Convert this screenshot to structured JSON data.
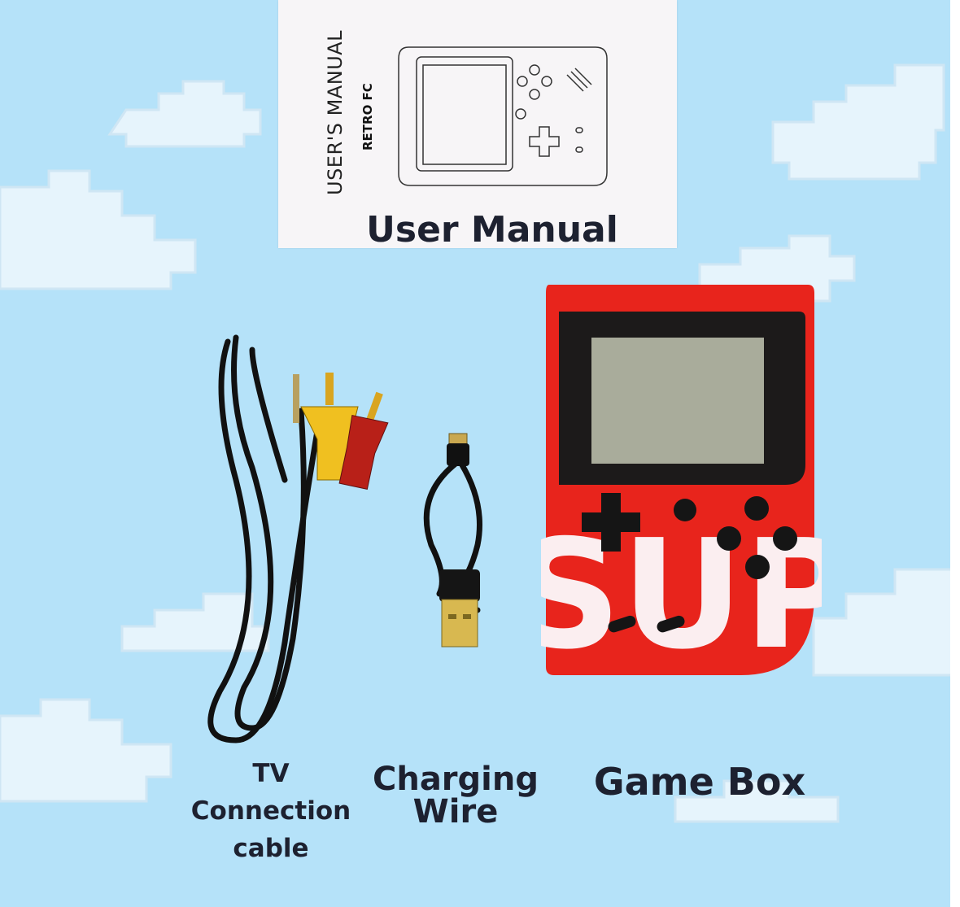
{
  "labels": {
    "user_manual": "User Manual",
    "tv_cable": [
      "TV",
      "Connection",
      "cable"
    ],
    "charging_wire": [
      "Charging",
      "Wire"
    ],
    "game_box": "Game Box"
  },
  "manual": {
    "title": "USER'S MANUAL",
    "brand": "RETRO FC"
  },
  "device": {
    "logo": "SUP",
    "color": "#e8241c"
  },
  "colors": {
    "background": "#b5e2f9",
    "label_text": "#1d2130",
    "cloud": "#eaf6fd"
  }
}
